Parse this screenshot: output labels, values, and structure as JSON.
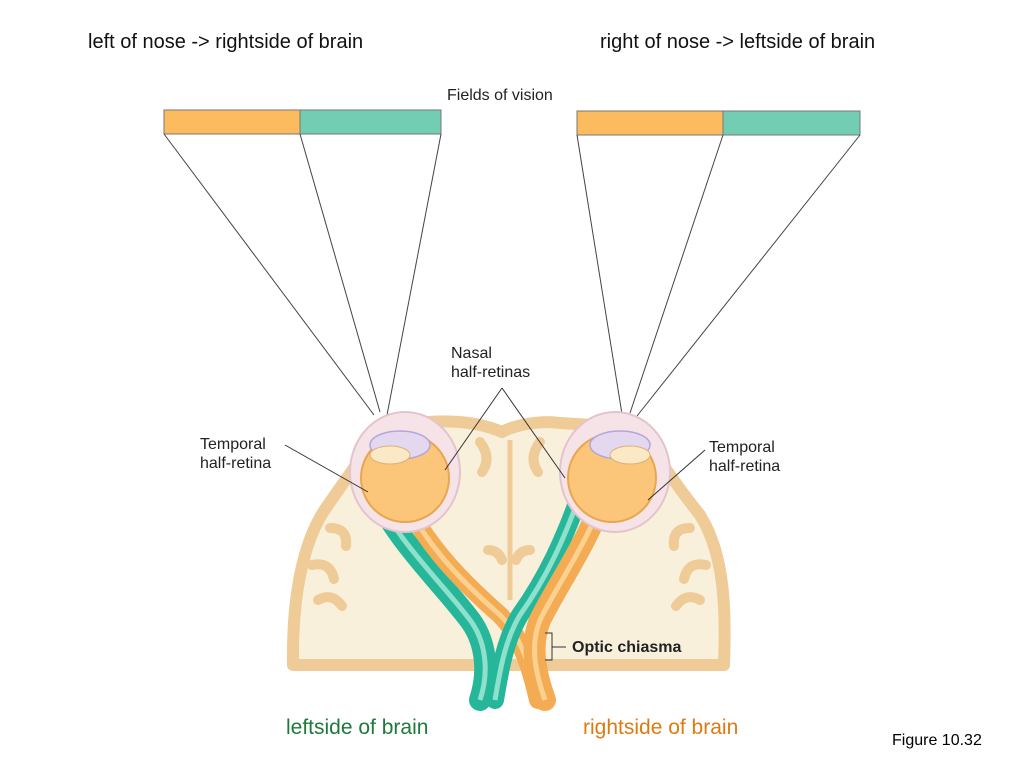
{
  "captions": {
    "top_left": "left of nose -> rightside of brain",
    "top_right": "right of nose -> leftside of brain",
    "bottom_left": "leftside of brain",
    "bottom_right": "rightside of brain",
    "figure": "Figure 10.32"
  },
  "labels": {
    "fields_of_vision": "Fields of vision",
    "nasal": [
      "Nasal",
      "half-retinas"
    ],
    "temporal_left": [
      "Temporal",
      "half-retina"
    ],
    "temporal_right": [
      "Temporal",
      "half-retina"
    ],
    "optic_chiasma": "Optic chiasma"
  },
  "colors": {
    "left_field": "#fdbb5f",
    "right_field": "#72cdb3",
    "bottom_left_text": "#1e7a3a",
    "bottom_right_text": "#e07a10",
    "brain": "#f9f0dc",
    "brain_edge": "#efcb98"
  }
}
